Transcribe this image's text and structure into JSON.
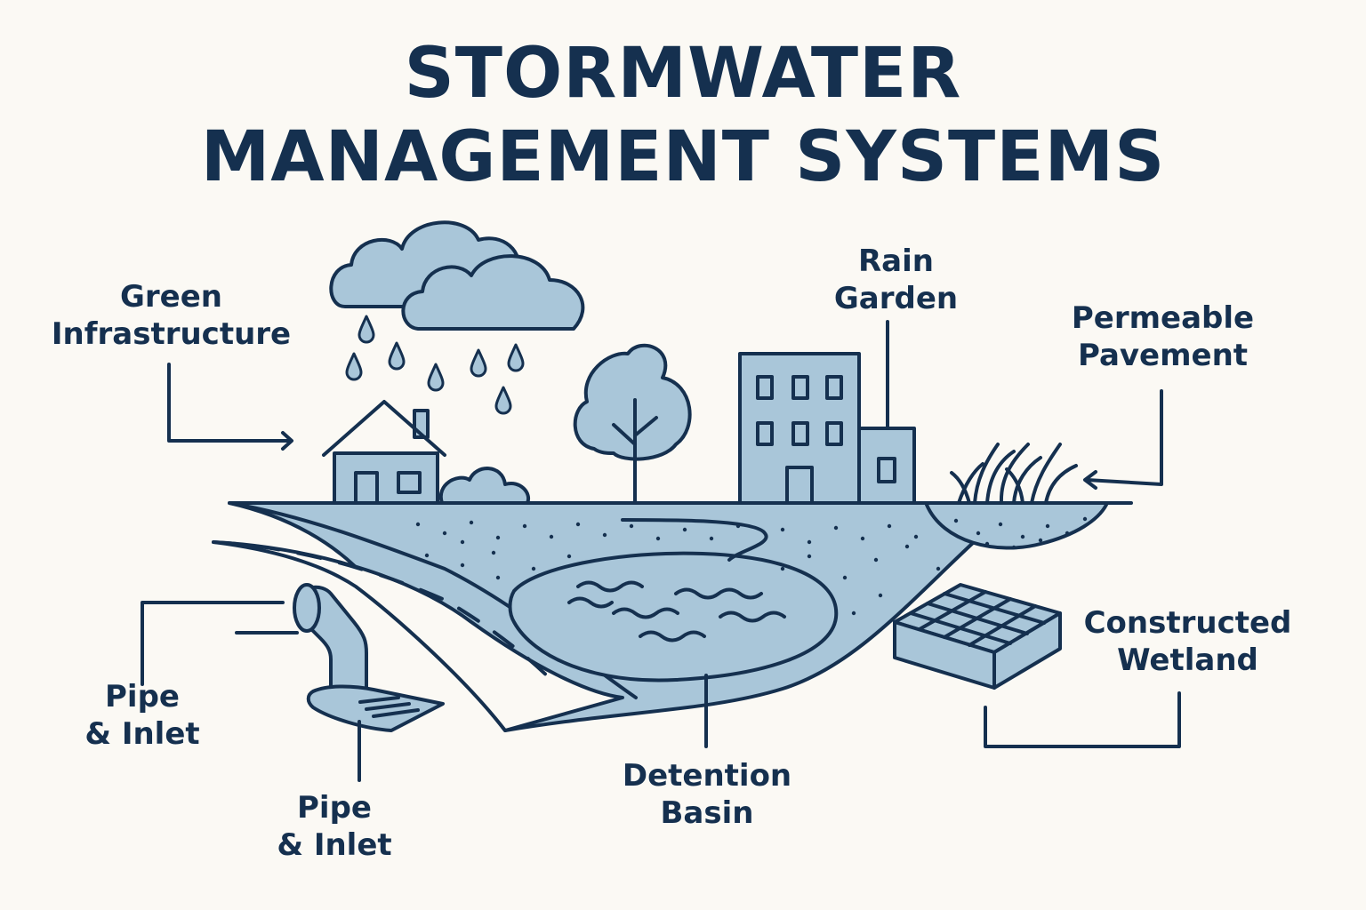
{
  "title": {
    "line1": "STORMWATER",
    "line2": "MANAGEMENT SYSTEMS"
  },
  "labels": {
    "green_infrastructure": {
      "line1": "Green",
      "line2": "Infrastructure"
    },
    "rain_garden": {
      "line1": "Rain",
      "line2": "Garden"
    },
    "permeable_pavement": {
      "line1": "Permeable",
      "line2": "Pavement"
    },
    "constructed_wetland": {
      "line1": "Constructed",
      "line2": "Wetland"
    },
    "pipe_inlet_left": {
      "line1": "Pipe",
      "line2": "& Inlet"
    },
    "pipe_inlet_bottom": {
      "line1": "Pipe",
      "line2": "& Inlet"
    },
    "detention_basin": {
      "line1": "Detention",
      "line2": "Basin"
    }
  },
  "colors": {
    "ink": "#15304f",
    "fill": "#a9c6d9",
    "background": "#fbf9f4"
  }
}
